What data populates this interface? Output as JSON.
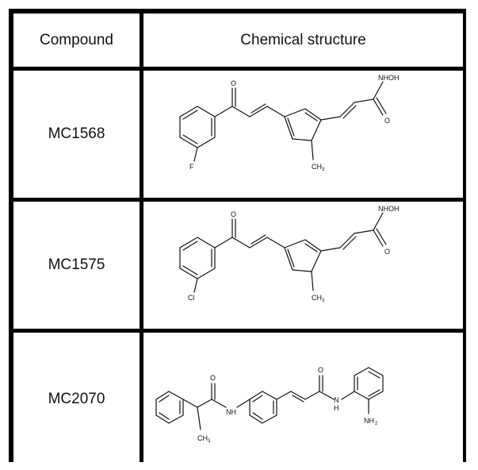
{
  "header": {
    "compound": "Compound",
    "structure": "Chemical structure"
  },
  "rows": [
    {
      "name": "MC1568",
      "labels": {
        "o_ketone": "O",
        "nhoh": "NHOH",
        "o_amide": "O",
        "halogen": "F",
        "ch3": "CH",
        "ch3_sub": "3"
      }
    },
    {
      "name": "MC1575",
      "labels": {
        "o_ketone": "O",
        "nhoh": "NHOH",
        "o_amide": "O",
        "halogen": "Cl",
        "ch3": "CH",
        "ch3_sub": "3"
      }
    },
    {
      "name": "MC2070",
      "labels": {
        "o1": "O",
        "nh1": "NH",
        "o2": "O",
        "nh2": "N",
        "h2": "H",
        "nh2_group": "NH",
        "nh2_sub": "2",
        "ch3": "CH",
        "ch3_sub": "3"
      }
    }
  ]
}
